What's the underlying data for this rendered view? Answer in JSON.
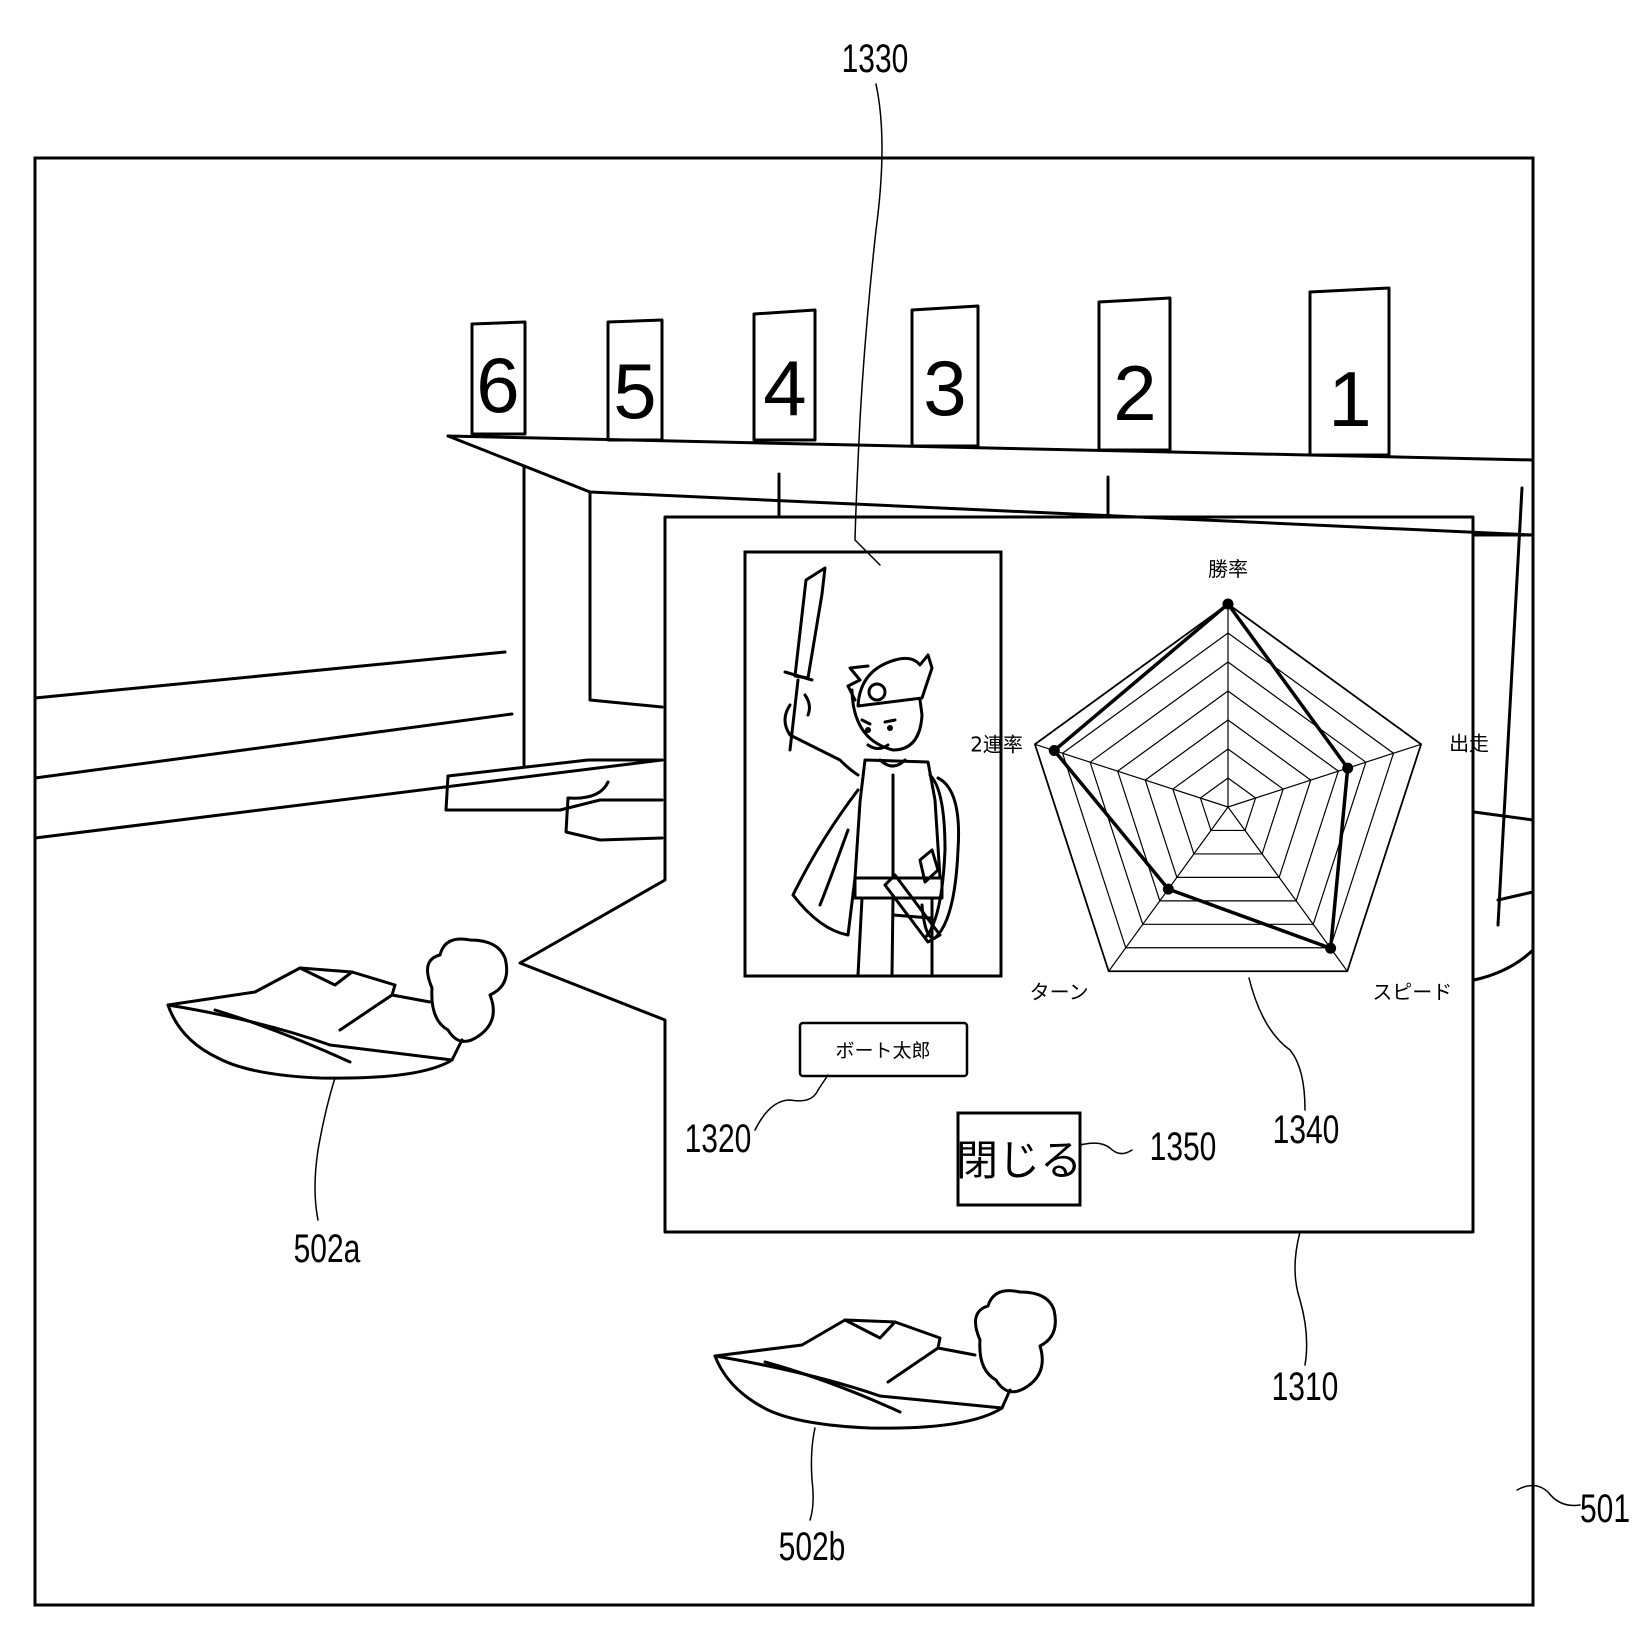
{
  "labels": {
    "screen": "501",
    "boat_a": "502a",
    "boat_b": "502b",
    "popup": "1310",
    "name_box": "1320",
    "character": "1330",
    "radar": "1340",
    "close_btn": "1350"
  },
  "lane_posts": [
    "6",
    "5",
    "4",
    "3",
    "2",
    "1"
  ],
  "racer_name": "ボート太郎",
  "close_label": "閉じる",
  "radar_axes": [
    "勝率",
    "出走",
    "スピード",
    "ターン",
    "2連率"
  ],
  "radar_values": [
    1.0,
    0.62,
    0.86,
    0.5,
    0.9
  ],
  "radar_levels": 7
}
